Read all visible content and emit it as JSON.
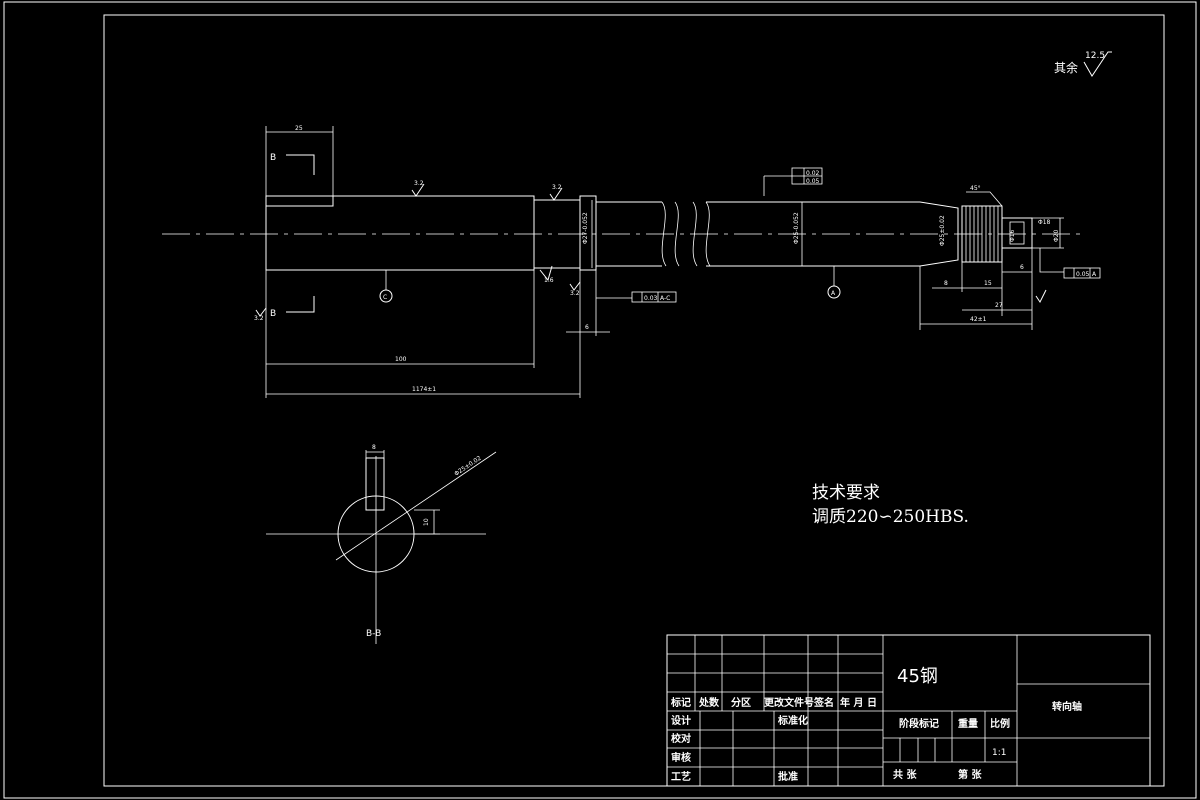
{
  "roughness_note": {
    "prefix": "其余",
    "value": "12.5"
  },
  "main_view": {
    "section_letter_top": "B",
    "section_letter_bottom": "B",
    "dims": {
      "keyway_width": "25",
      "keyway_length": "100",
      "overall_length": "1174±1",
      "collar_width": "6",
      "spline_len_a": "8",
      "spline_len_b": "15",
      "spline_len_c": "6",
      "spline_len_d": "27",
      "spline_total": "42±1",
      "dia_1": "Φ27-0.052",
      "dia_2": "Φ25-0.052",
      "dia_3": "Φ25±0.02",
      "dia_4": "Φ20",
      "dia_5": "Φ16",
      "spline_tip": "Φ18",
      "chamfer": "45°"
    },
    "roughness_marks": [
      "3.2",
      "3.2",
      "1.6",
      "3.2",
      "3.2"
    ],
    "tolerances": {
      "position_top": "0.02",
      "position_bottom": "0.05",
      "runout_collar": "0.03",
      "runout_collar_datum": "A-C",
      "runout_end": "0.05",
      "runout_end_datum": "A"
    },
    "datum_c": "C",
    "datum_a": "A"
  },
  "section_view": {
    "width_dim": "8",
    "depth_dim": "10",
    "dia_label": "Φ25±0.02",
    "caption": "B-B"
  },
  "tech_requirements": {
    "title": "技术要求",
    "line1": "调质220∽250HBS."
  },
  "title_block": {
    "material": "45钢",
    "part_name": "转向轴",
    "header_row": [
      "标记",
      "处数",
      "分区",
      "更改文件号签名",
      "年 月 日"
    ],
    "rows": [
      {
        "left": "设计",
        "mid": "标准化"
      },
      {
        "left": "校对",
        "mid": ""
      },
      {
        "left": "审核",
        "mid": ""
      },
      {
        "left": "工艺",
        "mid": "批准"
      }
    ],
    "stage_label": "阶段标记",
    "weight_label": "重量",
    "scale_label": "比例",
    "scale_value": "1:1",
    "sheets_total": "共  张",
    "sheet_no": "第  张"
  }
}
